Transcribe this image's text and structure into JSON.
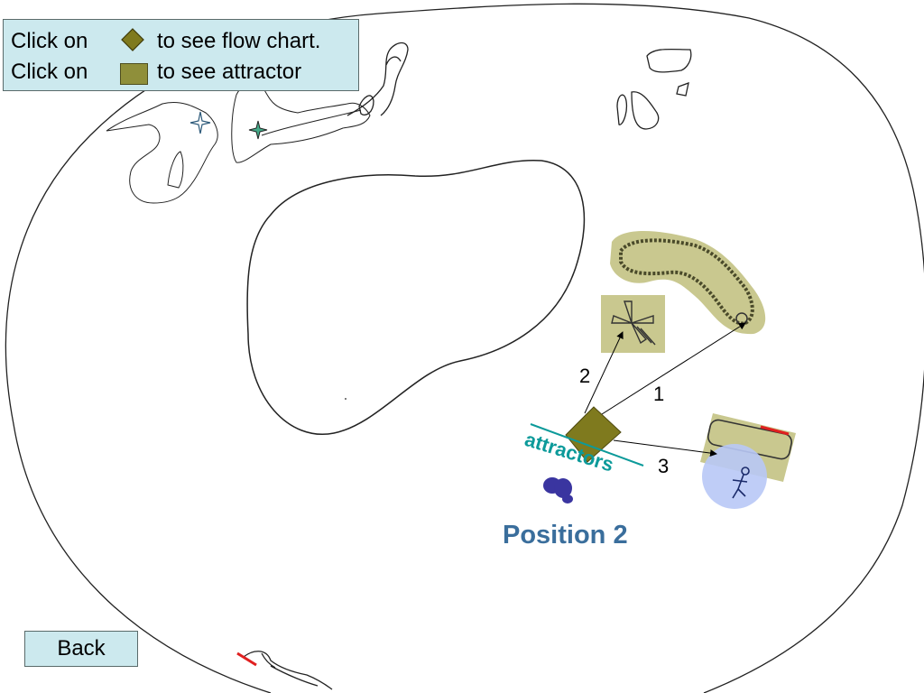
{
  "info_box": {
    "line1_prefix": "Click on",
    "line1_suffix": "to see flow chart.",
    "line2_prefix": "Click on",
    "line2_suffix": "to see attractor"
  },
  "back_button": {
    "label": "Back"
  },
  "position_label": "Position 2",
  "attractors_label": "attractors",
  "routes": [
    {
      "label": "1"
    },
    {
      "label": "2"
    },
    {
      "label": "3"
    }
  ],
  "icons": {
    "flow_chart": "diamond-icon",
    "attractor": "square-icon"
  },
  "colors": {
    "info_box_bg": "#cce9ee",
    "attractor_fill": "#8f8f3a",
    "zone_fill": "#c9c88f",
    "position_text": "#3a6e9c",
    "attractors_text": "#0c9a9a",
    "person_circle": "#b8c8f6",
    "figure_marker": "#3a35a0",
    "marker_red": "#e02020"
  }
}
